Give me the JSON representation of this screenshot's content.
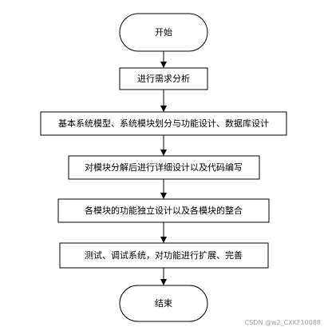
{
  "flowchart": {
    "start": "开始",
    "steps": [
      "进行需求分析",
      "基本系统模型、系统模块划分与功能设计、数据库设计",
      "对模块分解后进行详细设计以及代码编写",
      "各模块的功能独立设计以及各模块的整合",
      "测试、调试系统，对功能进行扩展、完善"
    ],
    "end": "结束"
  },
  "watermark": "CSDN @w2_CXKF10088",
  "colors": {
    "stroke": "#000000",
    "fill": "#ffffff",
    "text": "#000000",
    "watermark": "#9a9a9a"
  }
}
